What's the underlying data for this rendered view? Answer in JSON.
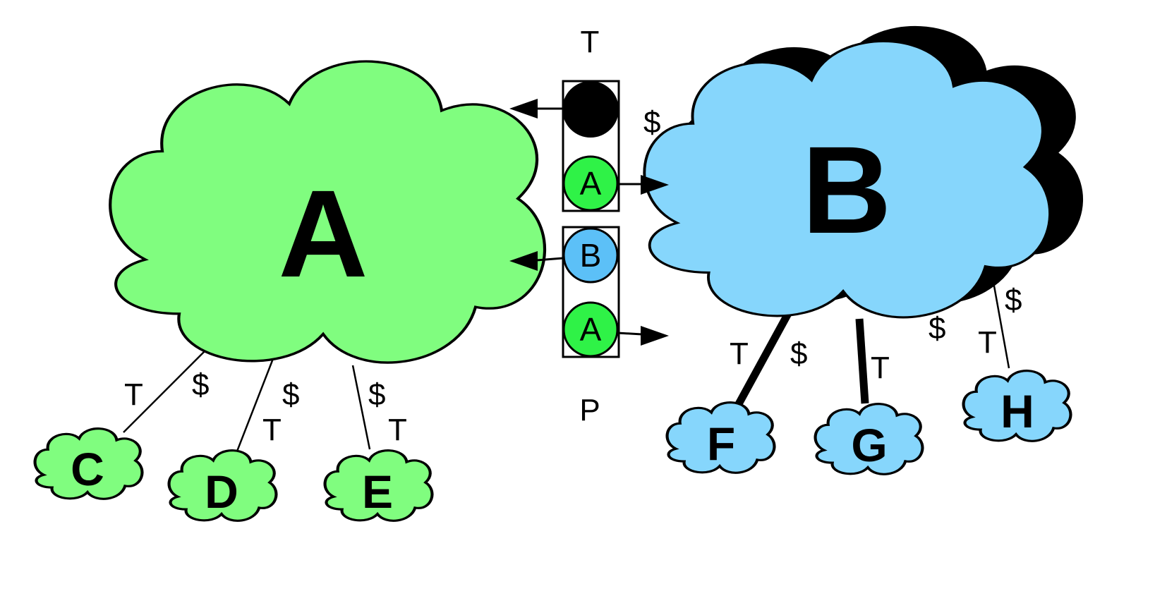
{
  "colors": {
    "green_network": "#80fd7f",
    "blue_network": "#86d6fc",
    "green_dot": "#2ff247",
    "blue_dot": "#5cc0f7",
    "outline": "#000000"
  },
  "networks": {
    "A": {
      "label": "A"
    },
    "B": {
      "label": "B"
    },
    "C": {
      "label": "C"
    },
    "D": {
      "label": "D"
    },
    "E": {
      "label": "E"
    },
    "F": {
      "label": "F"
    },
    "G": {
      "label": "G"
    },
    "H": {
      "label": "H"
    }
  },
  "peering": {
    "top_label": "T",
    "bottom_label": "P",
    "side_label": "$",
    "upper_box": [
      "black-dot",
      "A"
    ],
    "lower_box": [
      "B",
      "A"
    ]
  },
  "links": {
    "A_C": {
      "t": "T",
      "s": "$"
    },
    "A_D": {
      "t": "T",
      "s": "$"
    },
    "A_E": {
      "t": "T",
      "s": "$"
    },
    "B_F": {
      "t": "T",
      "s": "$"
    },
    "B_G": {
      "t": "T"
    },
    "B_H": {
      "t": "T",
      "s1": "$",
      "s2": "$"
    }
  }
}
